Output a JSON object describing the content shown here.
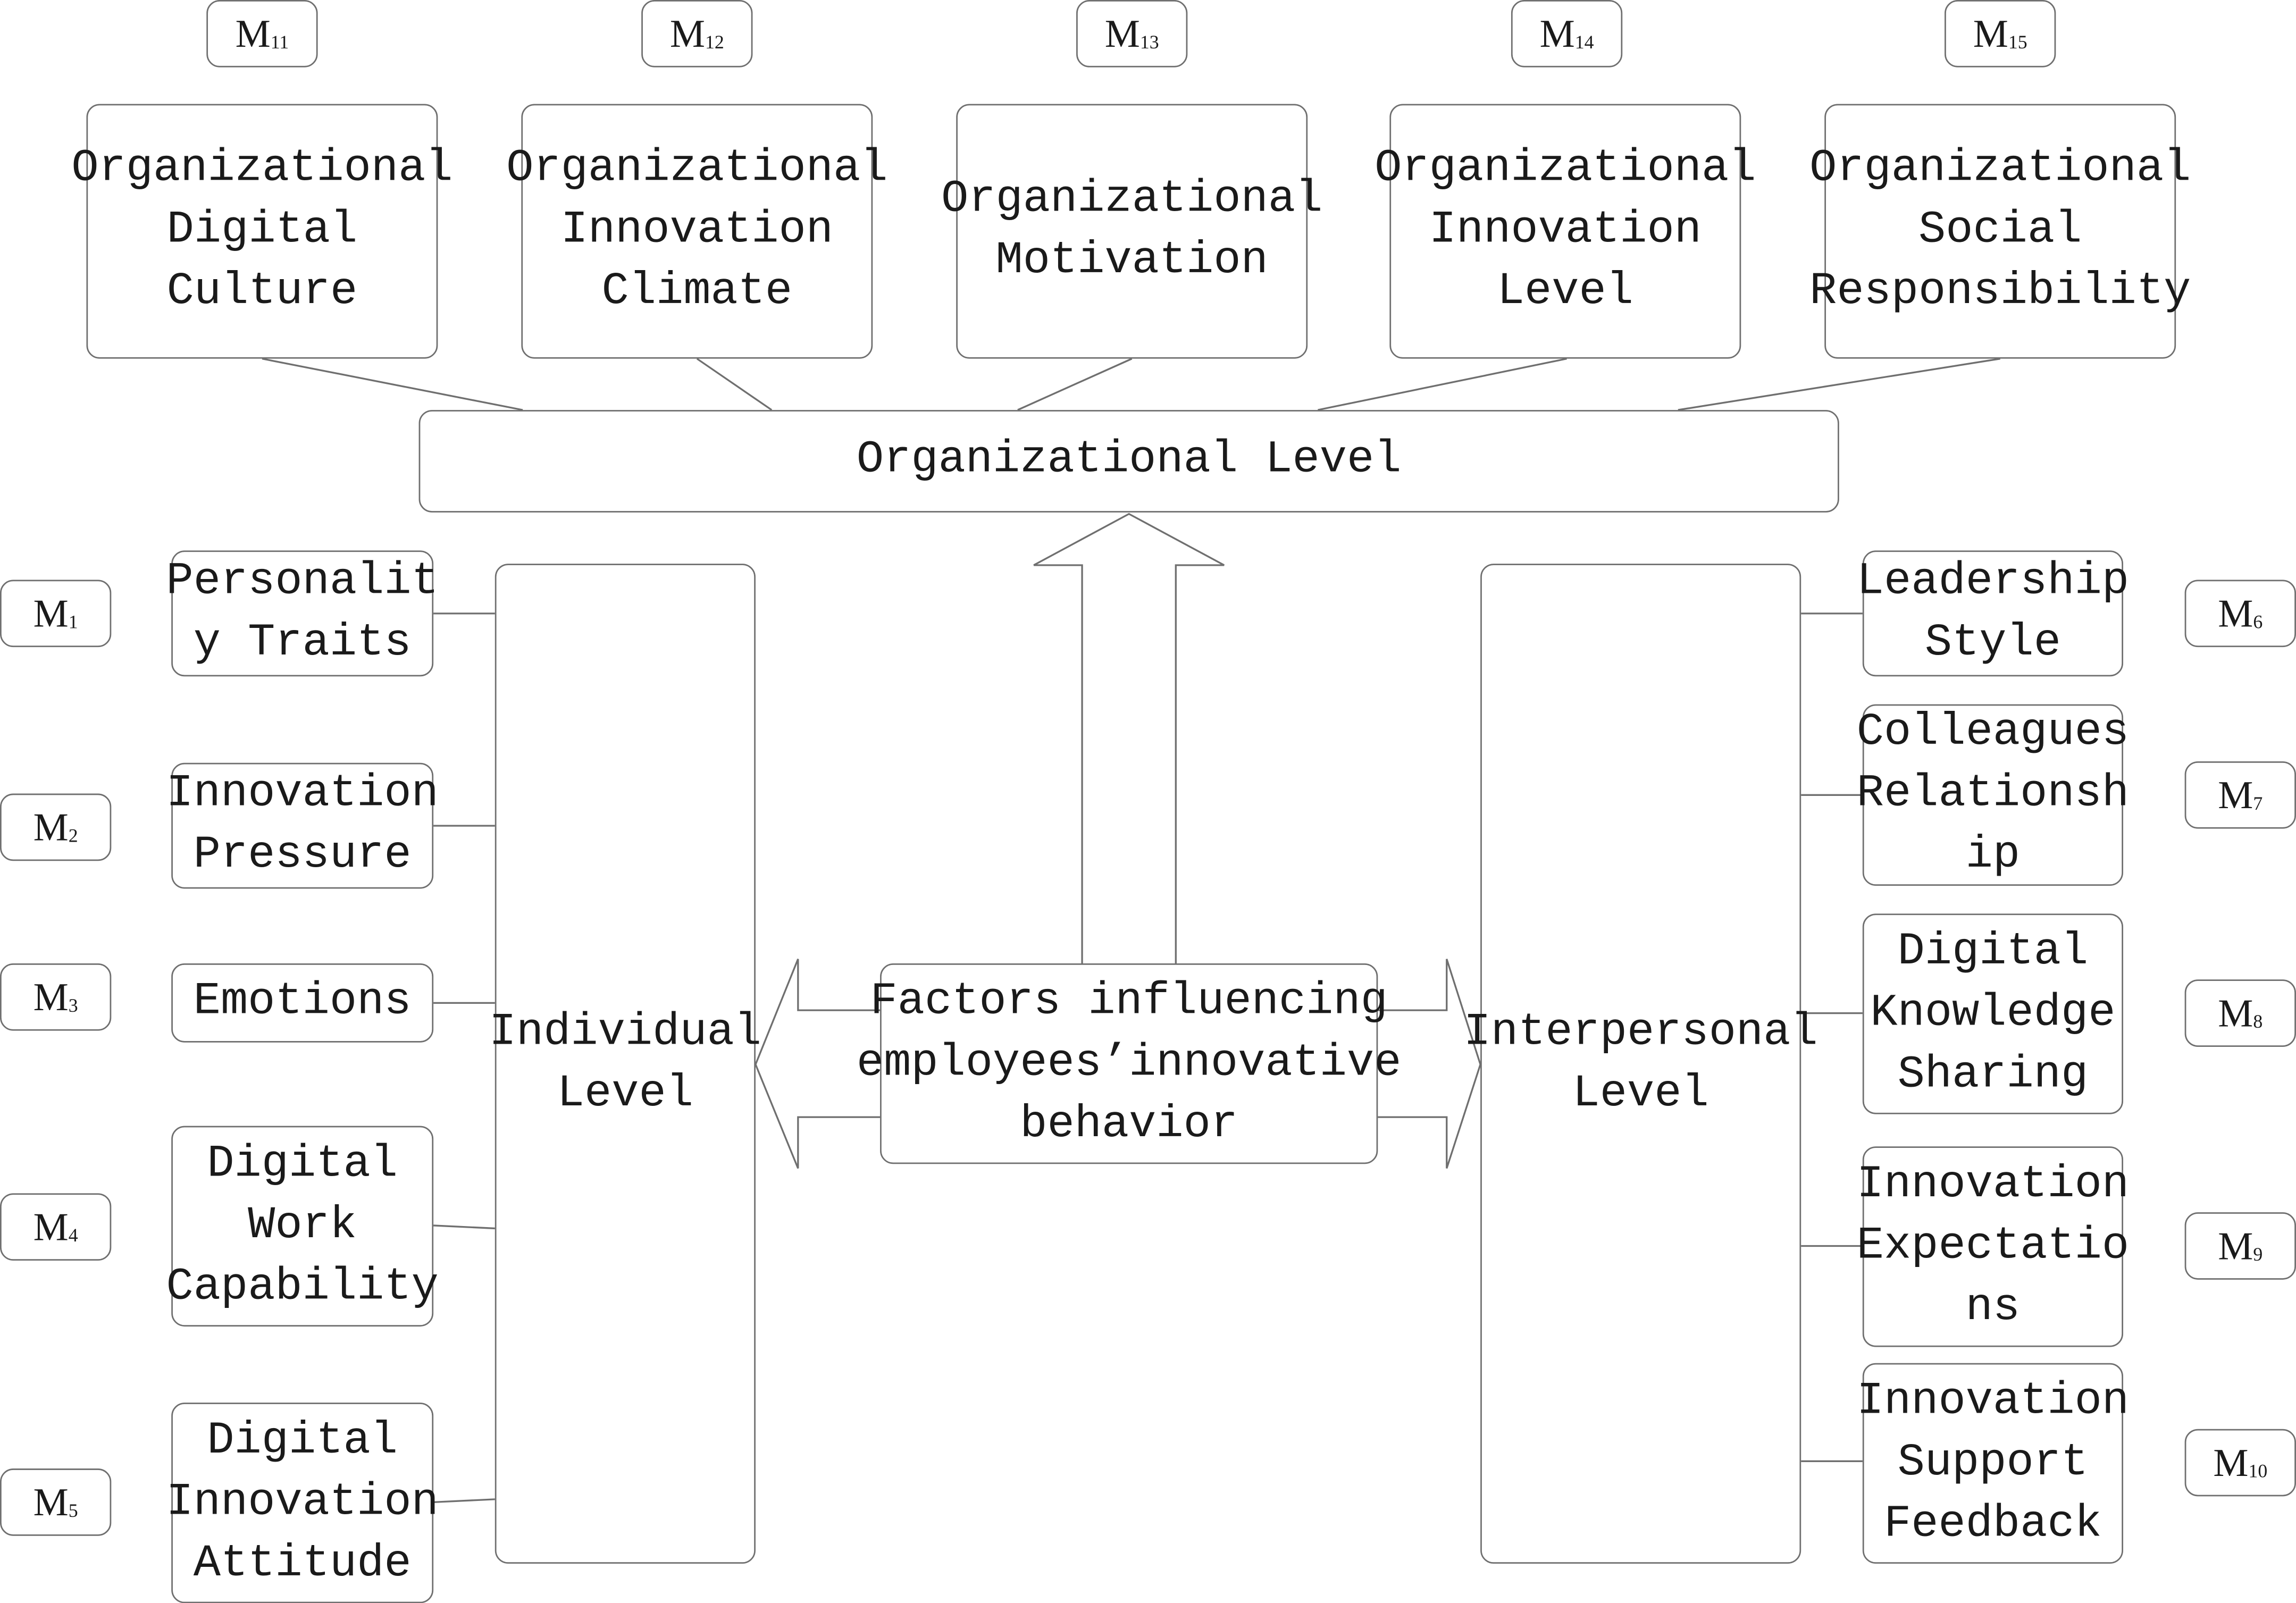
{
  "organizational": {
    "title": "Organizational Level",
    "factors": [
      {
        "code": "M",
        "sub": "11",
        "label": "Organizational\nDigital\nCulture"
      },
      {
        "code": "M",
        "sub": "12",
        "label": "Organizational\nInnovation\nClimate"
      },
      {
        "code": "M",
        "sub": "13",
        "label": "Organizational\nMotivation"
      },
      {
        "code": "M",
        "sub": "14",
        "label": "Organizational\nInnovation\nLevel"
      },
      {
        "code": "M",
        "sub": "15",
        "label": "Organizational\nSocial\nResponsibility"
      }
    ]
  },
  "individual": {
    "title": "Individual\nLevel",
    "factors": [
      {
        "code": "M",
        "sub": "1",
        "label": "Personalit\ny Traits"
      },
      {
        "code": "M",
        "sub": "2",
        "label": "Innovation\nPressure"
      },
      {
        "code": "M",
        "sub": "3",
        "label": "Emotions"
      },
      {
        "code": "M",
        "sub": "4",
        "label": "Digital\nWork\nCapability"
      },
      {
        "code": "M",
        "sub": "5",
        "label": "Digital\nInnovation\nAttitude"
      }
    ]
  },
  "interpersonal": {
    "title": "Interpersonal\nLevel",
    "factors": [
      {
        "code": "M",
        "sub": "6",
        "label": "Leadership\nStyle"
      },
      {
        "code": "M",
        "sub": "7",
        "label": "Colleagues\nRelationsh\nip"
      },
      {
        "code": "M",
        "sub": "8",
        "label": "Digital\nKnowledge\nSharing"
      },
      {
        "code": "M",
        "sub": "9",
        "label": "Innovation\nExpectatio\nns"
      },
      {
        "code": "M",
        "sub": "10",
        "label": "Innovation\nSupport\nFeedback"
      }
    ]
  },
  "center": {
    "label": "Factors influencing\nemployees’innovative\nbehavior"
  },
  "colors": {
    "stroke": "#6f6f6f",
    "text": "#1a1a1a",
    "background": "#ffffff"
  }
}
